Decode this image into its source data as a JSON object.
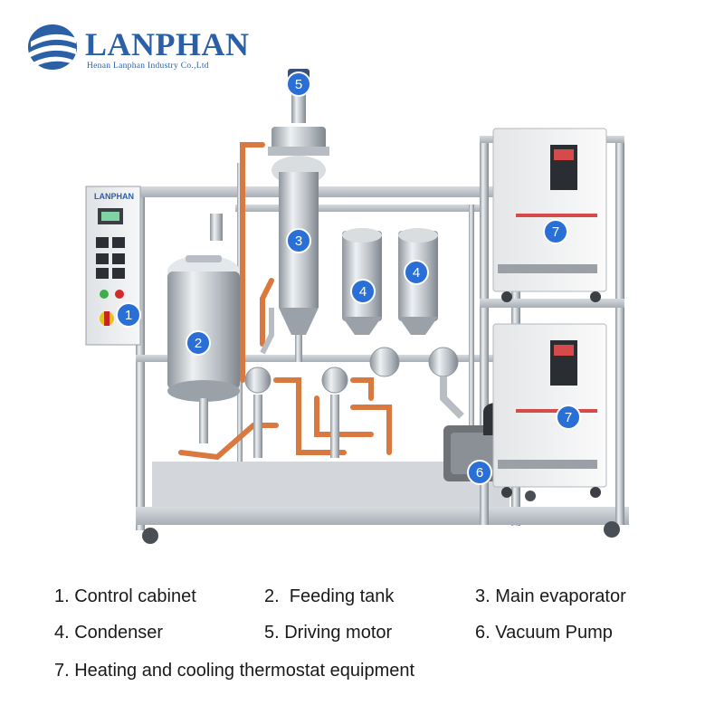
{
  "brand": {
    "name": "LANPHAN",
    "subtitle": "Henan Lanphan Industry Co.,Ltd",
    "cabinet_label": "LANPHAN"
  },
  "markers": [
    "1",
    "2",
    "3",
    "4",
    "4",
    "5",
    "6",
    "7",
    "7"
  ],
  "legend": {
    "item1": "1. Control cabinet",
    "item2": "2.  Feeding tank",
    "item3": "3. Main evaporator",
    "item4": "4. Condenser",
    "item5": "5. Driving motor",
    "item6": "6. Vacuum Pump",
    "item7": "7. Heating and cooling thermostat equipment"
  },
  "colors": {
    "brand": "#2b5fa6",
    "marker": "#2a6fd6",
    "steel": "#c9ced3",
    "copper": "#d9793f"
  }
}
